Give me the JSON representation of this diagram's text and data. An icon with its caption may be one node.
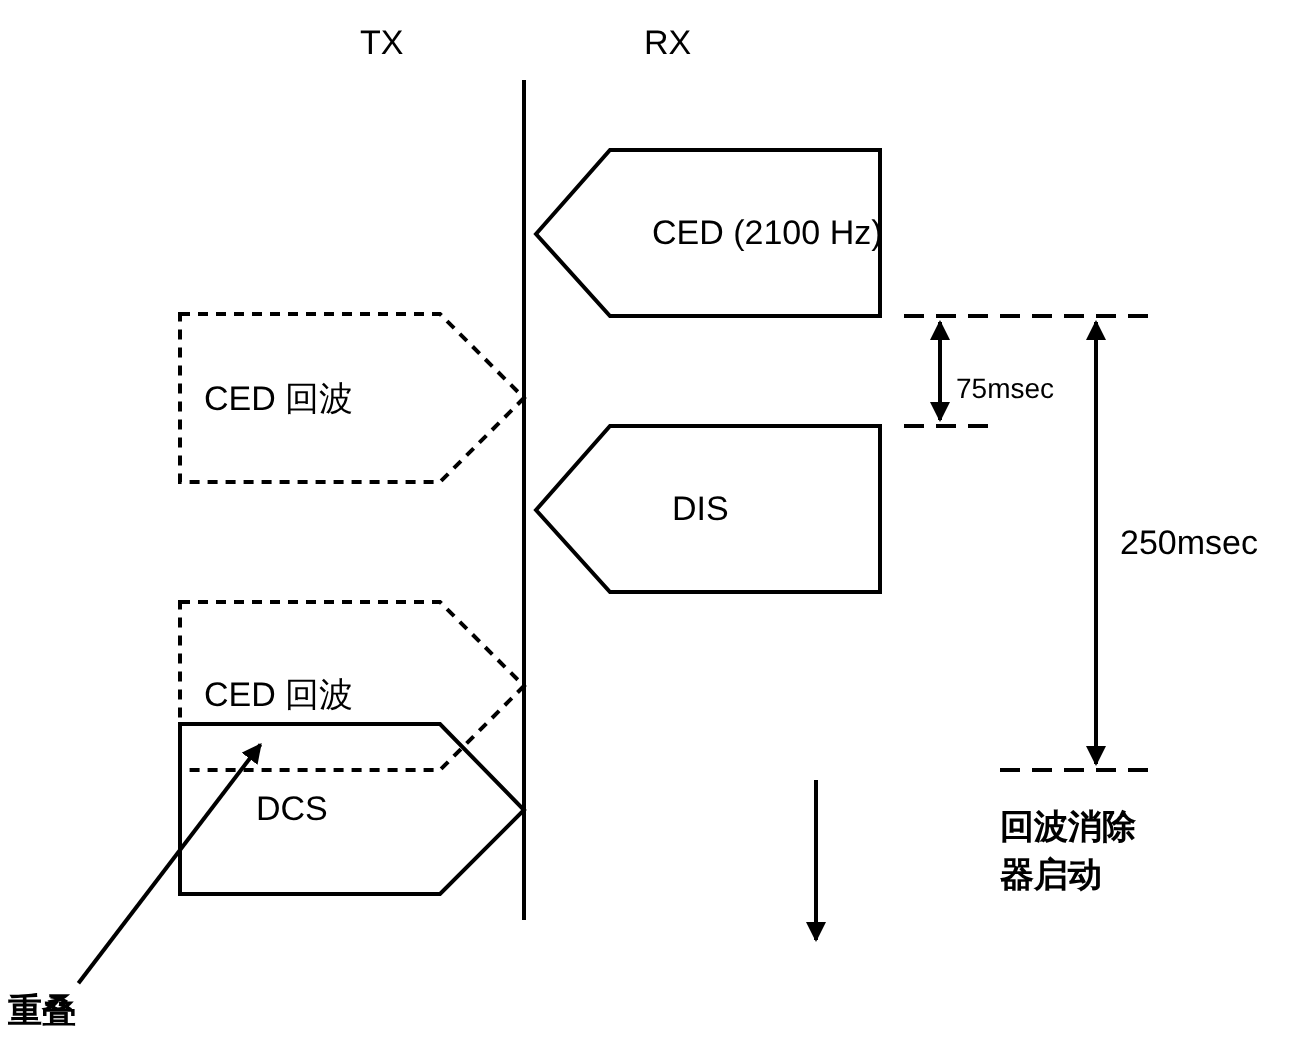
{
  "diagram": {
    "nodes": [
      {
        "text": [
          "CED (2100 Hz)"
        ]
      },
      {
        "text": [
          "CED 回波"
        ]
      },
      {
        "text": [
          "DIS"
        ]
      },
      {
        "text": [
          "CED 回波"
        ]
      },
      {
        "text": [
          "DCS"
        ]
      },
      {
        "text": [
          "重叠"
        ]
      }
    ],
    "edges": [
      {
        "from": 5,
        "to": 3,
        "arrow": "to"
      }
    ],
    "labels": [
      "TX",
      "RX",
      "75msec",
      "250msec",
      "回波消除器启动"
    ]
  }
}
